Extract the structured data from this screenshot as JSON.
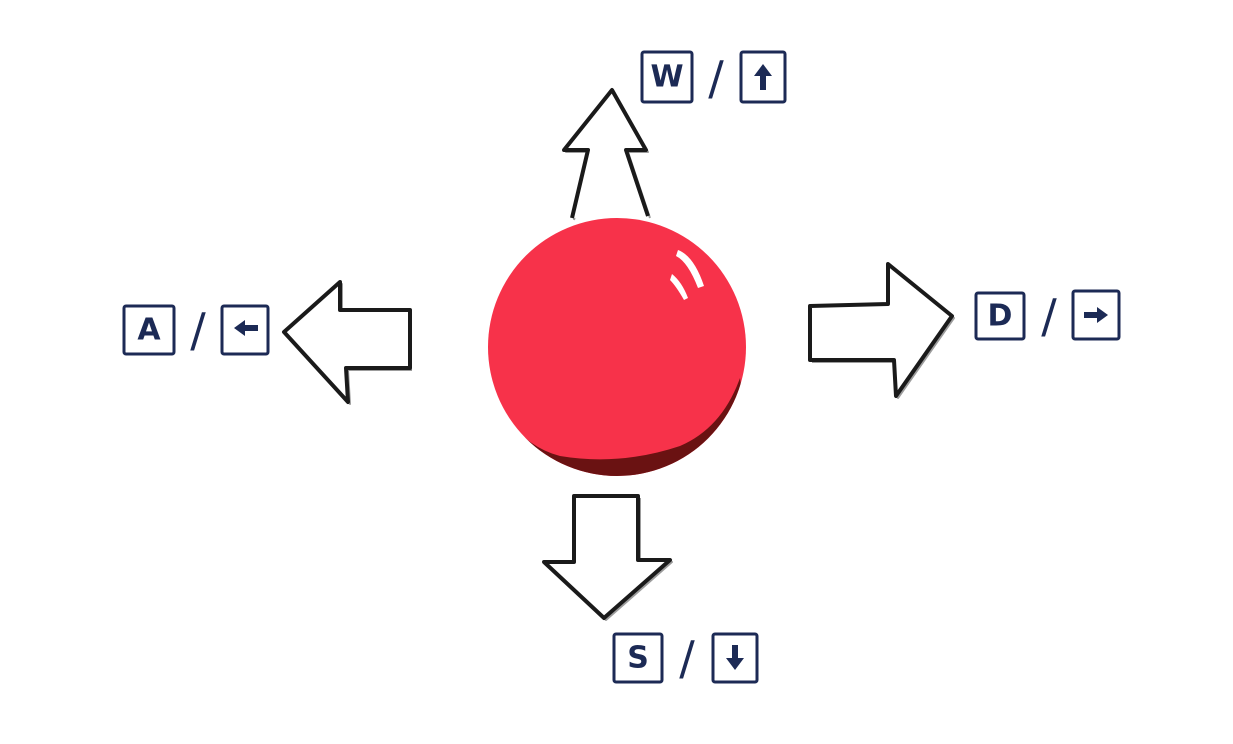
{
  "ball": {
    "icon": "ball-icon",
    "colors": {
      "body": "#f7324a",
      "shade": "#6a1212",
      "highlight": "#ffffff"
    }
  },
  "keys": {
    "up": {
      "letter": "W",
      "separator": "/",
      "arrow_icon": "arrow-up-icon"
    },
    "left": {
      "letter": "A",
      "separator": "/",
      "arrow_icon": "arrow-left-icon"
    },
    "right": {
      "letter": "D",
      "separator": "/",
      "arrow_icon": "arrow-right-icon"
    },
    "down": {
      "letter": "S",
      "separator": "/",
      "arrow_icon": "arrow-down-icon"
    }
  },
  "colors": {
    "key_ink": "#1c2a55",
    "arrow_outline": "#1a1a1a"
  }
}
